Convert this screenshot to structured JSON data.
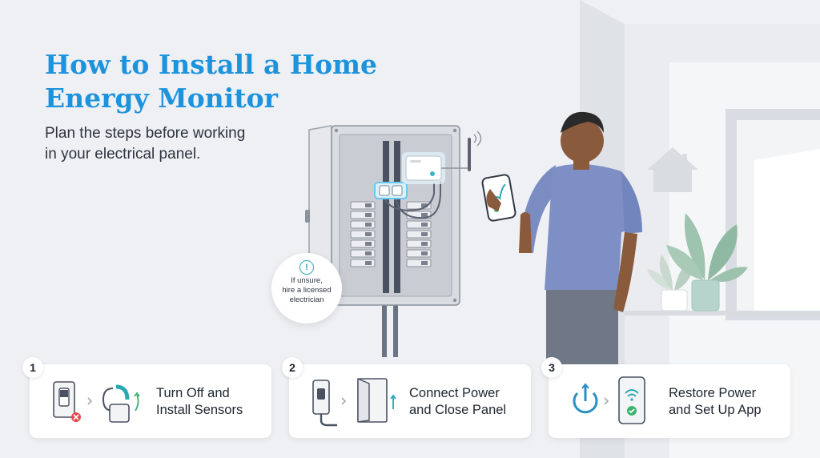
{
  "header": {
    "title_line1": "How to Install a Home",
    "title_line2": "Energy Monitor",
    "subtitle_line1": "Plan the steps before working",
    "subtitle_line2": "in your electrical panel."
  },
  "callout": {
    "icon": "alert-circle-icon",
    "line1": "If unsure,",
    "line2": "hire a licensed",
    "line3": "electrician"
  },
  "steps": [
    {
      "number": "1",
      "line1": "Turn Off and",
      "line2": "Install Sensors",
      "icons": [
        "breaker-switch-off-icon",
        "clamp-sensor-icon"
      ]
    },
    {
      "number": "2",
      "line1": "Connect Power",
      "line2": "and Close Panel",
      "icons": [
        "plug-icon",
        "panel-door-icon"
      ]
    },
    {
      "number": "3",
      "line1": "Restore Power",
      "line2": "and Set Up App",
      "icons": [
        "power-icon",
        "phone-wifi-check-icon"
      ]
    }
  ],
  "colors": {
    "accent_blue": "#1d93de",
    "teal": "#2aa7b6",
    "alert_red": "#e5484d",
    "success_green": "#3cb371",
    "background": "#eef0f3"
  }
}
